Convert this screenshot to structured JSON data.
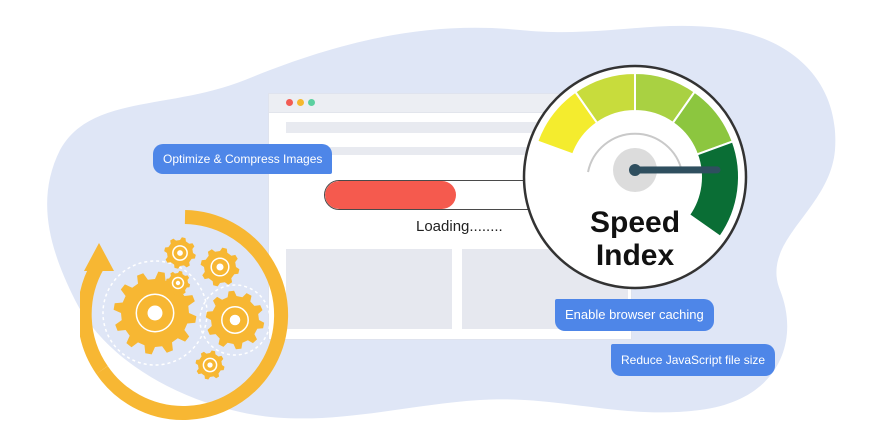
{
  "browser": {
    "progress_fraction": 0.6,
    "loading_label": "Loading........"
  },
  "speedometer": {
    "label_line1": "Speed",
    "label_line2": "Index",
    "needle_fraction": 0.82
  },
  "tips": {
    "optimize_images": "Optimize & Compress Images",
    "browser_caching": "Enable browser caching",
    "reduce_js": "Reduce JavaScript file size"
  },
  "icons": {
    "cycle": "circular-arrow-icon",
    "gears": "gears-icon",
    "gauge": "speedometer-icon"
  },
  "colors": {
    "accent_blue": "#4e86e8",
    "progress_red": "#f55a4e",
    "gear_orange": "#f7b733",
    "gauge_dark_green": "#0a6e35",
    "gauge_green": "#8cc63f",
    "gauge_yellow": "#f4ec2e",
    "background_blob": "#dfe6f6"
  }
}
